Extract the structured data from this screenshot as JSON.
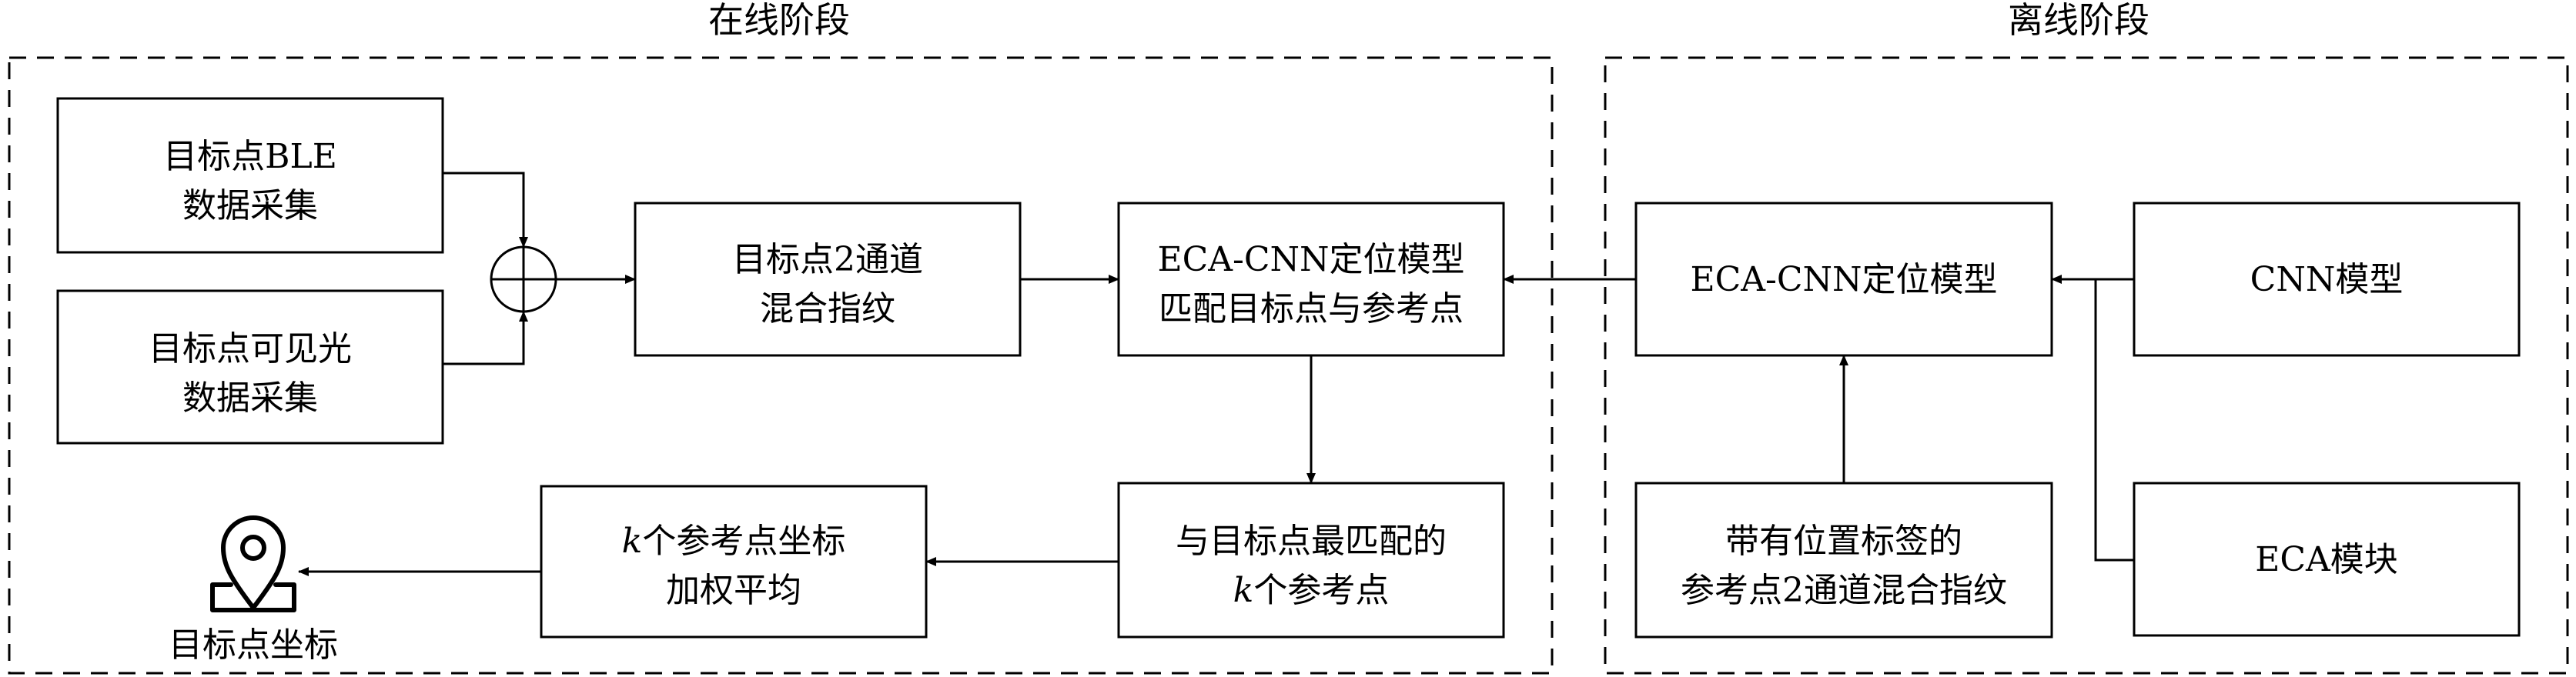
{
  "sections": {
    "online_label": "在线阶段",
    "offline_label": "离线阶段"
  },
  "boxes": {
    "ble_collect": {
      "line1": "目标点BLE",
      "line2": "数据采集"
    },
    "vlc_collect": {
      "line1": "目标点可见光",
      "line2": "数据采集"
    },
    "mixed_fingerprint": {
      "line1": "目标点2通道",
      "line2": "混合指纹"
    },
    "eca_cnn_match": {
      "line1": "ECA-CNN定位模型",
      "line2": "匹配目标点与参考点"
    },
    "best_match": {
      "line1": "与目标点最匹配的",
      "line2_italic": "k",
      "line2_rest": "个参考点"
    },
    "weighted_avg": {
      "line1_italic": "k",
      "line1_rest": "个参考点坐标",
      "line2": "加权平均"
    },
    "eca_cnn_model": {
      "line1": "ECA-CNN定位模型"
    },
    "cnn_model": {
      "line1": "CNN模型"
    },
    "eca_module": {
      "line1": "ECA模块"
    },
    "labeled_fingerprint": {
      "line1": "带有位置标签的",
      "line2": "参考点2通道混合指纹"
    }
  },
  "output": {
    "label": "目标点坐标",
    "icon": "location-pin-icon"
  }
}
